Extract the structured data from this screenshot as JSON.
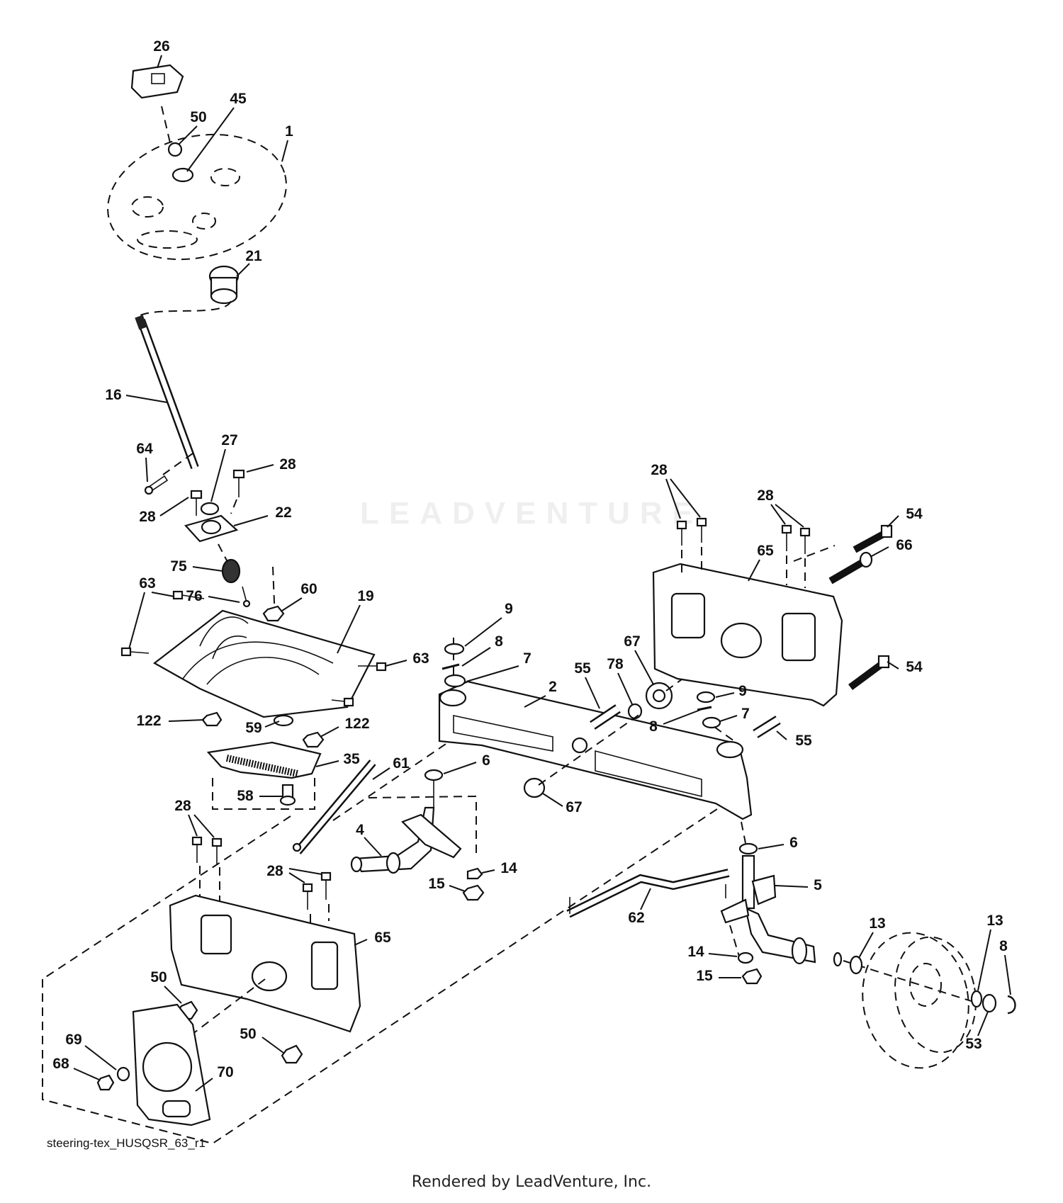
{
  "diagram": {
    "caption": "steering-tex_HUSQSR_63_r1",
    "footer": "Rendered by LeadVenture, Inc.",
    "watermark": "LEADVENTURE",
    "callouts": [
      {
        "id": "c26",
        "label": "26"
      },
      {
        "id": "c50a",
        "label": "50"
      },
      {
        "id": "c45",
        "label": "45"
      },
      {
        "id": "c1",
        "label": "1"
      },
      {
        "id": "c21",
        "label": "21"
      },
      {
        "id": "c16",
        "label": "16"
      },
      {
        "id": "c64",
        "label": "64"
      },
      {
        "id": "c27",
        "label": "27"
      },
      {
        "id": "c28a",
        "label": "28"
      },
      {
        "id": "c28b",
        "label": "28"
      },
      {
        "id": "c22",
        "label": "22"
      },
      {
        "id": "c75",
        "label": "75"
      },
      {
        "id": "c76",
        "label": "76"
      },
      {
        "id": "c60",
        "label": "60"
      },
      {
        "id": "c63a",
        "label": "63"
      },
      {
        "id": "c19",
        "label": "19"
      },
      {
        "id": "c63b",
        "label": "63"
      },
      {
        "id": "c122a",
        "label": "122"
      },
      {
        "id": "c59",
        "label": "59"
      },
      {
        "id": "c122b",
        "label": "122"
      },
      {
        "id": "c35",
        "label": "35"
      },
      {
        "id": "c61",
        "label": "61"
      },
      {
        "id": "c58",
        "label": "58"
      },
      {
        "id": "c28c",
        "label": "28"
      },
      {
        "id": "c4",
        "label": "4"
      },
      {
        "id": "c14a",
        "label": "14"
      },
      {
        "id": "c15a",
        "label": "15"
      },
      {
        "id": "c28d",
        "label": "28"
      },
      {
        "id": "c65a",
        "label": "65"
      },
      {
        "id": "c50b",
        "label": "50"
      },
      {
        "id": "c50c",
        "label": "50"
      },
      {
        "id": "c69",
        "label": "69"
      },
      {
        "id": "c68",
        "label": "68"
      },
      {
        "id": "c70",
        "label": "70"
      },
      {
        "id": "c28e",
        "label": "28"
      },
      {
        "id": "c28f",
        "label": "28"
      },
      {
        "id": "c54a",
        "label": "54"
      },
      {
        "id": "c66",
        "label": "66"
      },
      {
        "id": "c65b",
        "label": "65"
      },
      {
        "id": "c54b",
        "label": "54"
      },
      {
        "id": "c9a",
        "label": "9"
      },
      {
        "id": "c8a",
        "label": "8"
      },
      {
        "id": "c7a",
        "label": "7"
      },
      {
        "id": "c2",
        "label": "2"
      },
      {
        "id": "c55a",
        "label": "55"
      },
      {
        "id": "c67a",
        "label": "67"
      },
      {
        "id": "c78",
        "label": "78"
      },
      {
        "id": "c9b",
        "label": "9"
      },
      {
        "id": "c8b",
        "label": "8"
      },
      {
        "id": "c7b",
        "label": "7"
      },
      {
        "id": "c55b",
        "label": "55"
      },
      {
        "id": "c6a",
        "label": "6"
      },
      {
        "id": "c67b",
        "label": "67"
      },
      {
        "id": "c6b",
        "label": "6"
      },
      {
        "id": "c5",
        "label": "5"
      },
      {
        "id": "c62",
        "label": "62"
      },
      {
        "id": "c14b",
        "label": "14"
      },
      {
        "id": "c15b",
        "label": "15"
      },
      {
        "id": "c13a",
        "label": "13"
      },
      {
        "id": "c13b",
        "label": "13"
      },
      {
        "id": "c8c",
        "label": "8"
      },
      {
        "id": "c53",
        "label": "53"
      }
    ]
  }
}
